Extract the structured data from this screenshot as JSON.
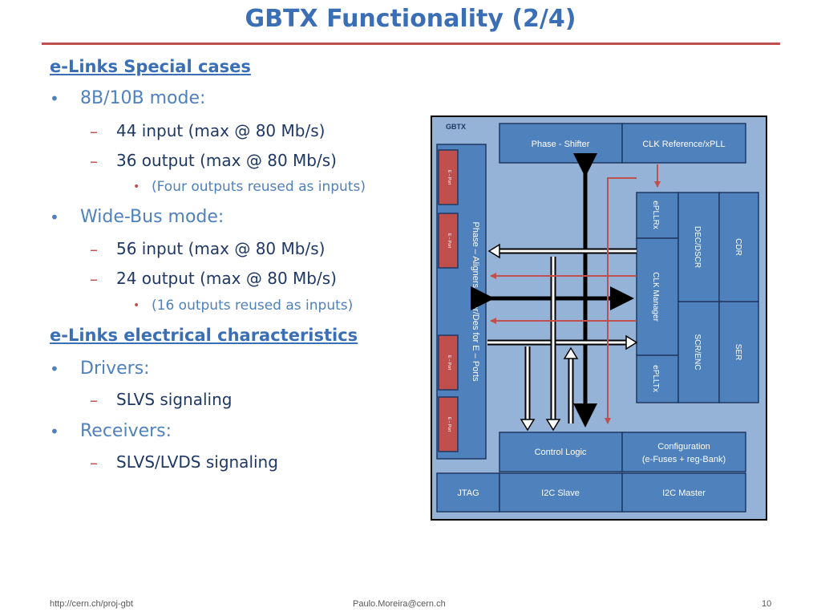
{
  "slide": {
    "title": "GBTX Functionality (2/4)",
    "section1_heading": "e-Links Special cases",
    "bullet_8b10b": "8B/10B mode:",
    "sub_44_input": "44 input (max @ 80 Mb/s)",
    "sub_36_output": " 36 output (max @ 80 Mb/s)",
    "note_four_outputs": "(Four outputs reused as inputs)",
    "bullet_widebus": "Wide-Bus mode:",
    "sub_56_input": "56 input (max @ 80 Mb/s)",
    "sub_24_output": "24 output (max @ 80 Mb/s)",
    "note_16_outputs": "(16 outputs reused as inputs)",
    "section2_heading": "e-Links electrical characteristics",
    "bullet_drivers": "Drivers:",
    "sub_slvs": "SLVS signaling",
    "bullet_receivers": "Receivers:",
    "sub_slvs_lvds": "SLVS/LVDS signaling"
  },
  "diagram": {
    "gbtx_label": "GBTX",
    "phase_shifter": "Phase - Shifter",
    "clk_reference": "CLK Reference/xPLL",
    "eport_label": "E – Port",
    "phase_aligners": "Phase – Aligners + Ser/Des for E – Ports",
    "epllrx": "ePLLRx",
    "clk_manager": "CLK Manager",
    "eplltx": "ePLLTx",
    "dec_dscr": "DEC/DSCR",
    "cdr": "CDR",
    "scr_enc": "SCR/ENC",
    "ser": "SER",
    "control_logic": "Control Logic",
    "configuration_line1": "Configuration",
    "configuration_line2": "(e-Fuses + reg-Bank)",
    "jtag": "JTAG",
    "i2c_slave": "I2C Slave",
    "i2c_master": "I2C Master"
  },
  "footer": {
    "left": "http://cern.ch/proj-gbt",
    "center": "Paulo.Moreira@cern.ch",
    "right": "10"
  },
  "colors": {
    "title": "#3a6fb5",
    "rule": "#c0504d",
    "block_fill": "#4f81bd",
    "panel_fill": "#95b3d7",
    "eport_fill": "#c0504d"
  }
}
